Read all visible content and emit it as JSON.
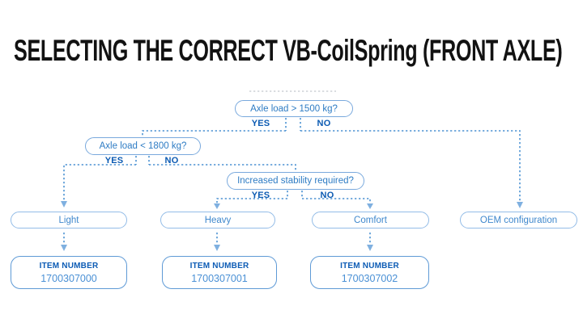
{
  "title": "SELECTING THE CORRECT VB-CoilSpring (FRONT AXLE)",
  "colors": {
    "title_text": "#121212",
    "connector_blue": "#4f94d4",
    "decision_border": "#79a9dd",
    "decision_text": "#2e7cc4",
    "yes_no_text": "#0b5ab2",
    "result_border": "#93bce7",
    "result_text": "#3f88cd",
    "item_border": "#5e9ad6",
    "item_label_text": "#0d5cb5",
    "item_number_text": "#4a90d5",
    "arrow_fill": "#7fb0e0"
  },
  "flowchart": {
    "decisions": [
      {
        "label": "Axle load > 1500 kg?",
        "yes": "YES",
        "no": "NO"
      },
      {
        "label": "Axle load < 1800 kg?",
        "yes": "YES",
        "no": "NO"
      },
      {
        "label": "Increased stability required?",
        "yes": "YES",
        "no": "NO"
      }
    ],
    "results": [
      {
        "label": "Light"
      },
      {
        "label": "Heavy"
      },
      {
        "label": "Comfort"
      },
      {
        "label": "OEM configuration"
      }
    ],
    "items": [
      {
        "label": "ITEM NUMBER",
        "number": "1700307000"
      },
      {
        "label": "ITEM NUMBER",
        "number": "1700307001"
      },
      {
        "label": "ITEM NUMBER",
        "number": "1700307002"
      }
    ]
  }
}
